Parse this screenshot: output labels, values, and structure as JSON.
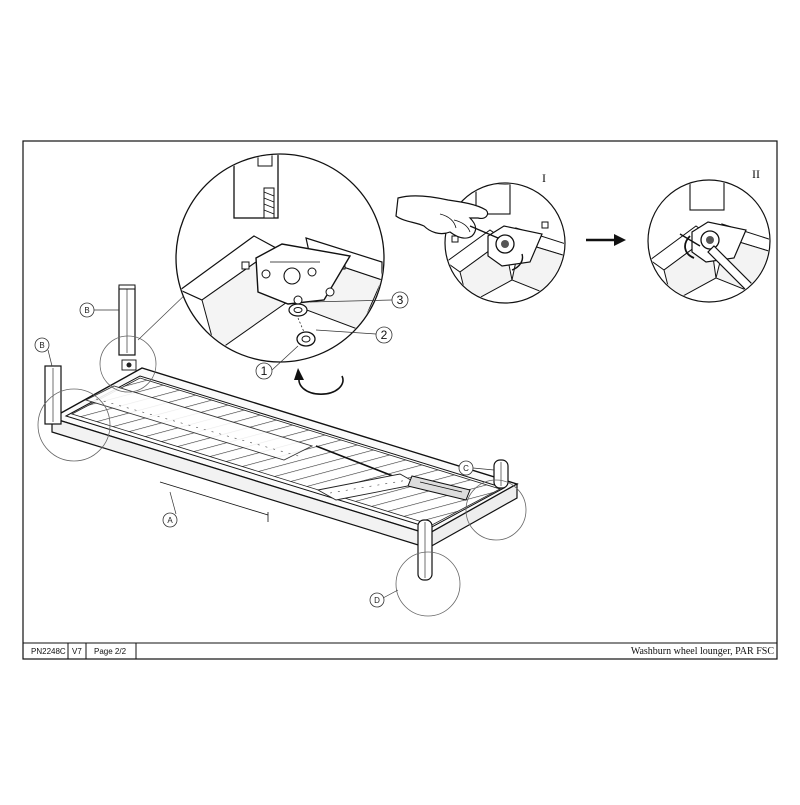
{
  "footer": {
    "part_number": "PN2248C",
    "version": "V7",
    "page": "Page 2/2",
    "product_title": "Washburn wheel lounger, PAR FSC"
  },
  "part_callouts": {
    "a": "A",
    "b_left": "B",
    "b_top": "B",
    "c": "C",
    "d": "D"
  },
  "step_numbers": {
    "one": "1",
    "two": "2",
    "three": "3"
  },
  "step_labels": {
    "first": "I",
    "second": "II"
  }
}
